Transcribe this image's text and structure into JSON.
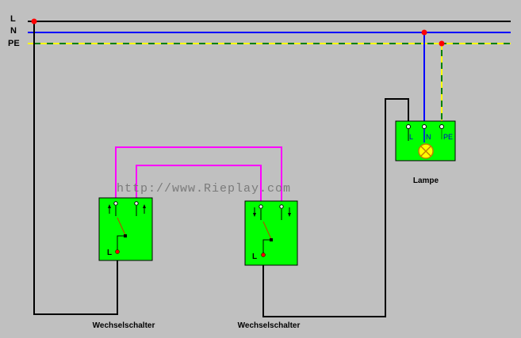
{
  "bus": {
    "L": "L",
    "N": "N",
    "PE": "PE"
  },
  "lamp": {
    "caption": "Lampe",
    "terminals": [
      "L",
      "N",
      "PE"
    ]
  },
  "switch1": {
    "caption": "Wechselschalter",
    "terminal": "L"
  },
  "switch2": {
    "caption": "Wechselschalter",
    "terminal": "L"
  },
  "watermark": "http://www.Rieplay.com",
  "colors": {
    "background": "#c0c0c0",
    "phase": "#000000",
    "neutral": "#0000ff",
    "earth_green": "#008000",
    "earth_yellow": "#ffff00",
    "traveler": "#ff00ff",
    "box": "#00ff00",
    "junction": "#ff0000"
  }
}
